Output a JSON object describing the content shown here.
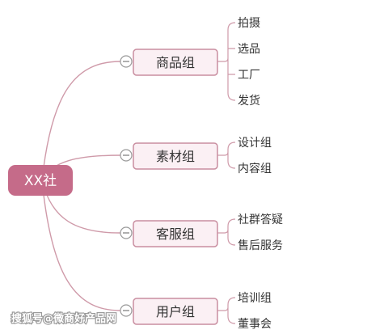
{
  "root": {
    "label": "XX社"
  },
  "branches": [
    {
      "label": "商品组",
      "children": [
        "拍摄",
        "选品",
        "工厂",
        "发货"
      ]
    },
    {
      "label": "素材组",
      "children": [
        "设计组",
        "内容组"
      ]
    },
    {
      "label": "客服组",
      "children": [
        "社群答疑",
        "售后服务"
      ]
    },
    {
      "label": "用户组",
      "children": [
        "培训组",
        "董事会"
      ]
    }
  ],
  "watermark": "搜狐号@微商好产品网",
  "colors": {
    "root_fill": "#c56b89",
    "node_fill": "#fbf0f4",
    "node_border": "#c98ea0",
    "line": "#cf9aa9"
  }
}
